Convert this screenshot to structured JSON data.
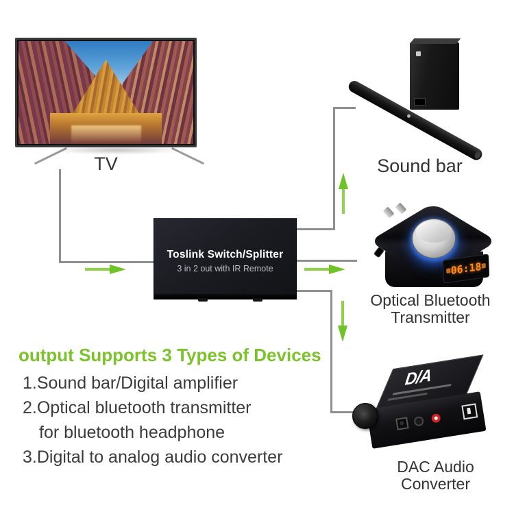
{
  "page": {
    "background": "#ffffff"
  },
  "colors": {
    "accent_green": "#7cc32b",
    "arrow_green": "#6fc327",
    "line_gray": "#8f8f8f",
    "text_dark": "#3b3b3b",
    "display_orange": "#ff8c1a",
    "knob_glow_blue": "#2f7bff"
  },
  "tv": {
    "label": "TV"
  },
  "sound_bar": {
    "label": "Sound bar"
  },
  "switch": {
    "title": "Toslink Switch/Splitter",
    "subtitle": "3 in 2 out with IR Remote"
  },
  "bt_transmitter": {
    "label_line1": "Optical Bluetooth",
    "label_line2": "Transmitter",
    "display_time": "06:18"
  },
  "dac": {
    "logo": "D/A",
    "label_line1": "DAC Audio",
    "label_line2": "Converter"
  },
  "info": {
    "heading": "output Supports 3 Types of Devices",
    "item1": "1.Sound bar/Digital amplifier",
    "item2": "2.Optical bluetooth transmitter",
    "item2_cont": "for bluetooth headphone",
    "item3": "3.Digital to analog audio converter"
  }
}
